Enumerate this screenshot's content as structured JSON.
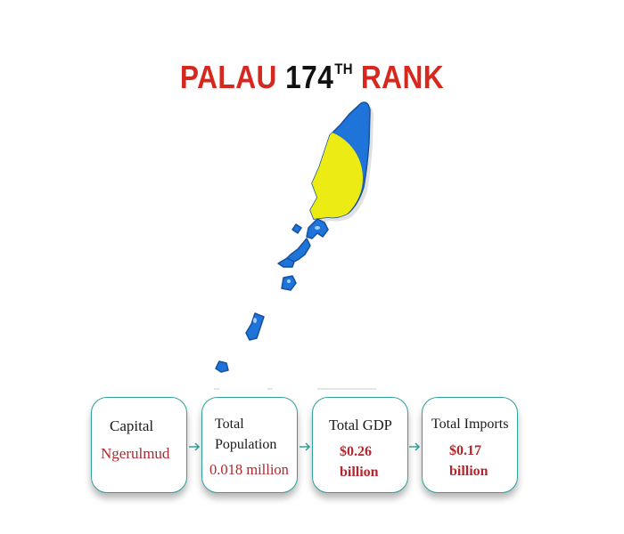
{
  "title": {
    "country": "PALAU",
    "rank_number": "174",
    "rank_suffix": "TH",
    "rank_word": "RANK"
  },
  "map": {
    "icon": "palau-map-icon",
    "colors": {
      "land": "#1f74d9",
      "highlight": "#ecec14"
    }
  },
  "cards": [
    {
      "label": "Capital",
      "value": "Ngerulmud"
    },
    {
      "label_line1": "Total",
      "label_line2": "Population",
      "value": "0.018 million"
    },
    {
      "label": "Total GDP",
      "value_line1": "$0.26",
      "value_line2": "billion"
    },
    {
      "label": "Total Imports",
      "value_line1": "$0.17",
      "value_line2": "billion"
    }
  ],
  "colors": {
    "title_red": "#d7281f",
    "value_red": "#b3262d",
    "card_border": "#2fa19a"
  }
}
